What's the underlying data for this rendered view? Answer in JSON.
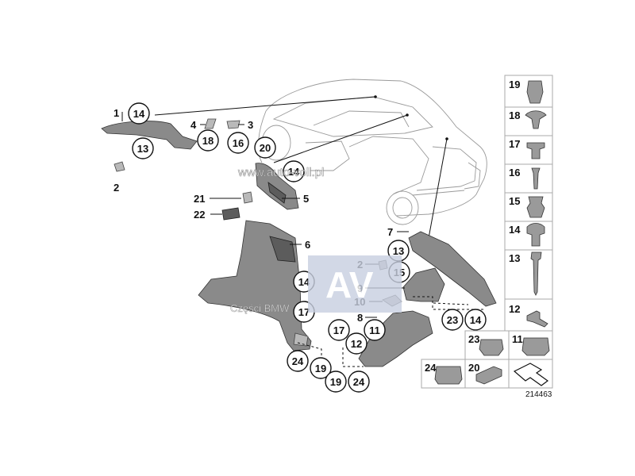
{
  "callouts_plain": {
    "c1": "1",
    "c2a": "2",
    "c2b": "2",
    "c3": "3",
    "c4": "4",
    "c5": "5",
    "c6": "6",
    "c7": "7",
    "c8": "8",
    "c9": "9",
    "c10": "10",
    "c21": "21",
    "c22": "22"
  },
  "callouts_circled": {
    "k14a": "14",
    "k13a": "13",
    "k18": "18",
    "k16": "16",
    "k20": "20",
    "k14b": "14",
    "k13b": "13",
    "k15": "15",
    "k14c": "14",
    "k17a": "17",
    "k24a": "24",
    "k19a": "19",
    "k17b": "17",
    "k11": "11",
    "k12": "12",
    "k19b": "19",
    "k24b": "24",
    "k23": "23",
    "k14d": "14"
  },
  "legend": [
    "19",
    "18",
    "17",
    "16",
    "15",
    "14",
    "13",
    "12",
    "23",
    "11",
    "24",
    "20"
  ],
  "watermark": {
    "site": "www.auto-voll.pl",
    "brand": "Części BMW",
    "logo": "AV"
  },
  "diagram_id": "214463",
  "colors": {
    "part": "#8a8a8a",
    "watermark_box": "#c8cfe0",
    "outline": "#111111"
  }
}
